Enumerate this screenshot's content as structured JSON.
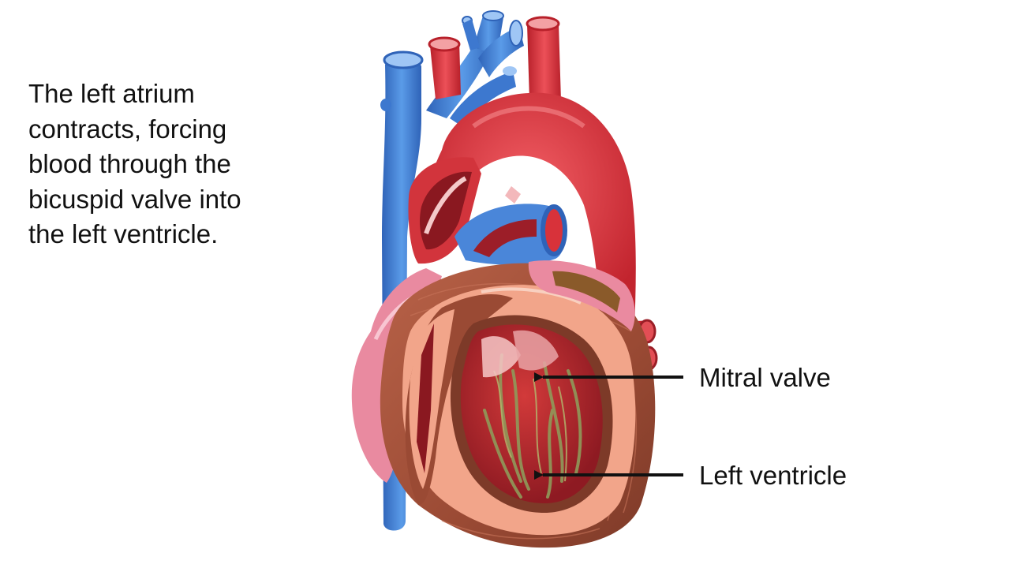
{
  "caption": {
    "lines": [
      "The left atrium",
      "contracts, forcing",
      "blood through the",
      "bicuspid valve into",
      "the left ventricle."
    ]
  },
  "labels": {
    "mitral_valve": "Mitral valve",
    "left_ventricle": "Left ventricle"
  },
  "colors": {
    "background": "#ffffff",
    "vein_blue": "#4a86d9",
    "artery_red": "#d8323a",
    "muscle_brown": "#a0503a",
    "inner_wall_pink": "#f2a58a",
    "chamber_red": "#b81f2a",
    "valve_green": "#8f9a5a",
    "arrow": "#111111"
  }
}
